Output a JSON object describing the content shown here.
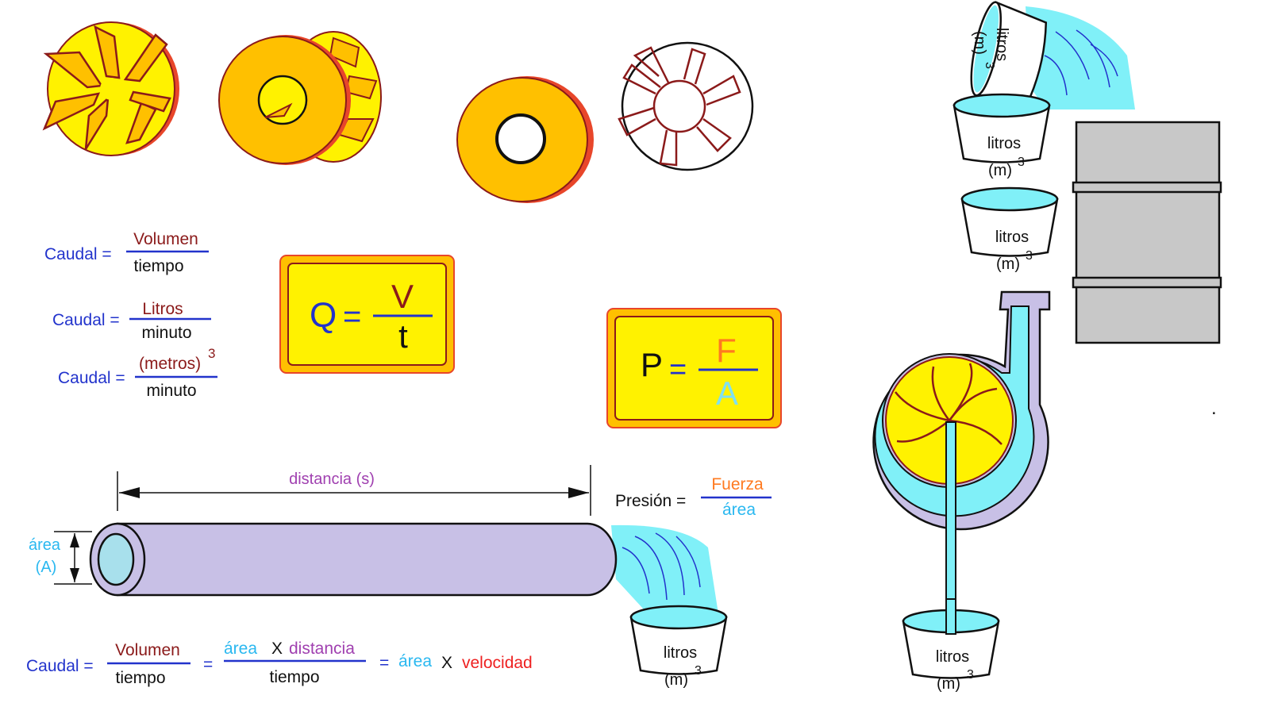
{
  "colors": {
    "impeller_yellow": "#FFF200",
    "impeller_orange": "#FFC000",
    "impeller_edge": "#E8462A",
    "blade": "#8B1A1A",
    "formula_blue": "#2233CC",
    "formula_darkred": "#8B1A1A",
    "formula_orange": "#FF7A20",
    "formula_cyan": "#2AB8F0",
    "formula_purple": "#A040B0",
    "formula_red": "#EE2020",
    "pipe_fill": "#C8C0E6",
    "water": "#80F0F8",
    "box_gray": "#C8C8C8"
  },
  "formulas": {
    "f1": {
      "lhs": "Caudal =",
      "num": "Volumen",
      "den": "tiempo"
    },
    "f2": {
      "lhs": "Caudal =",
      "num": "Litros",
      "den": "minuto"
    },
    "f3": {
      "lhs": "Caudal =",
      "num": "(metros)",
      "num_sup": "3",
      "den": "minuto"
    },
    "q_box": {
      "lhs": "Q",
      "eq": "=",
      "num": "V",
      "den": "t"
    },
    "p_box": {
      "lhs": "P",
      "eq": "=",
      "num": "F",
      "den": "A"
    },
    "presion": {
      "lhs": "Presión =",
      "num": "Fuerza",
      "den": "área"
    },
    "bottom": {
      "lhs": "Caudal =",
      "num1": "Volumen",
      "den1": "tiempo",
      "eq2": "=",
      "num2a": "área",
      "num2x": "X",
      "num2b": "distancia",
      "den2": "tiempo",
      "eq3": "=",
      "t_area": "área",
      "t_x": "X",
      "t_vel": "velocidad"
    }
  },
  "pipe": {
    "distance_label": "distancia (s)",
    "area_label": "área",
    "area_symbol": "(A)"
  },
  "buckets": {
    "label": "litros",
    "unit": "(m)",
    "sup": "3"
  },
  "misc": {
    "dot": "."
  }
}
